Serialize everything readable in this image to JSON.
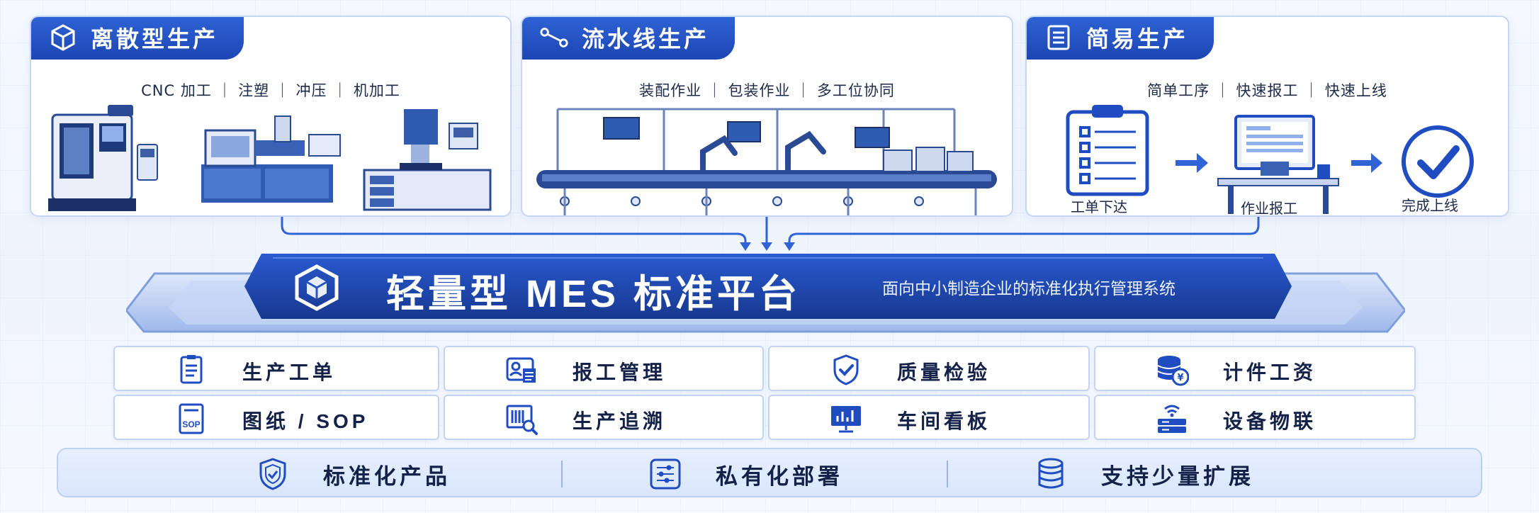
{
  "panels": [
    {
      "title": "离散型生产",
      "subtitle": "CNC 加工 ｜ 注塑 ｜ 冲压 ｜ 机加工",
      "icon": "cube-icon"
    },
    {
      "title": "流水线生产",
      "subtitle": "装配作业 ｜ 包装作业 ｜ 多工位协同",
      "icon": "conveyor-icon"
    },
    {
      "title": "简易生产",
      "subtitle": "简单工序 ｜ 快速报工 ｜ 快速上线",
      "icon": "checklist-icon",
      "steps": [
        "工单下达",
        "作业报工",
        "完成上线"
      ]
    }
  ],
  "platform": {
    "title": "轻量型 MES 标准平台",
    "subtitle": "面向中小制造企业的标准化执行管理系统"
  },
  "modules": [
    {
      "label": "生产工单",
      "icon": "work-order-icon"
    },
    {
      "label": "报工管理",
      "icon": "report-card-icon"
    },
    {
      "label": "质量检验",
      "icon": "shield-check-icon"
    },
    {
      "label": "计件工资",
      "icon": "coin-stack-icon"
    },
    {
      "label": "图纸 / SOP",
      "icon": "sop-document-icon",
      "icon_text": "SOP"
    },
    {
      "label": "生产追溯",
      "icon": "barcode-search-icon"
    },
    {
      "label": "车间看板",
      "icon": "dashboard-monitor-icon"
    },
    {
      "label": "设备物联",
      "icon": "iot-device-icon"
    }
  ],
  "features": [
    {
      "label": "标准化产品",
      "icon": "shield-badge-icon"
    },
    {
      "label": "私有化部署",
      "icon": "sliders-icon"
    },
    {
      "label": "支持少量扩展",
      "icon": "database-icon"
    }
  ],
  "colors": {
    "primary": "#1f4cc0",
    "primary_dark": "#15389a",
    "accent_light": "#c6d6f3",
    "text_dark": "#14224a"
  }
}
